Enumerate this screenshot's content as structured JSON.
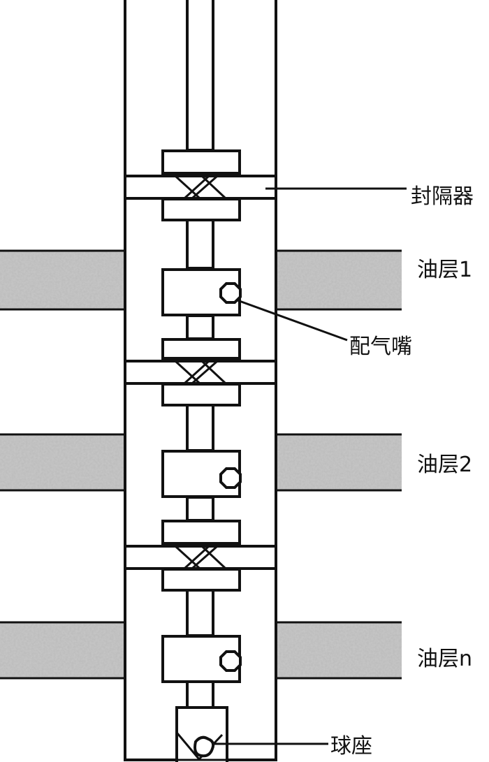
{
  "labels": {
    "packer": "封隔器",
    "oil_layer_1": "油层1",
    "gas_nozzle": "配气嘴",
    "oil_layer_2": "油层2",
    "oil_layer_n": "油层n",
    "ball_seat": "球座"
  },
  "colors": {
    "line": "#111111",
    "rock": "#9a9a9a"
  }
}
